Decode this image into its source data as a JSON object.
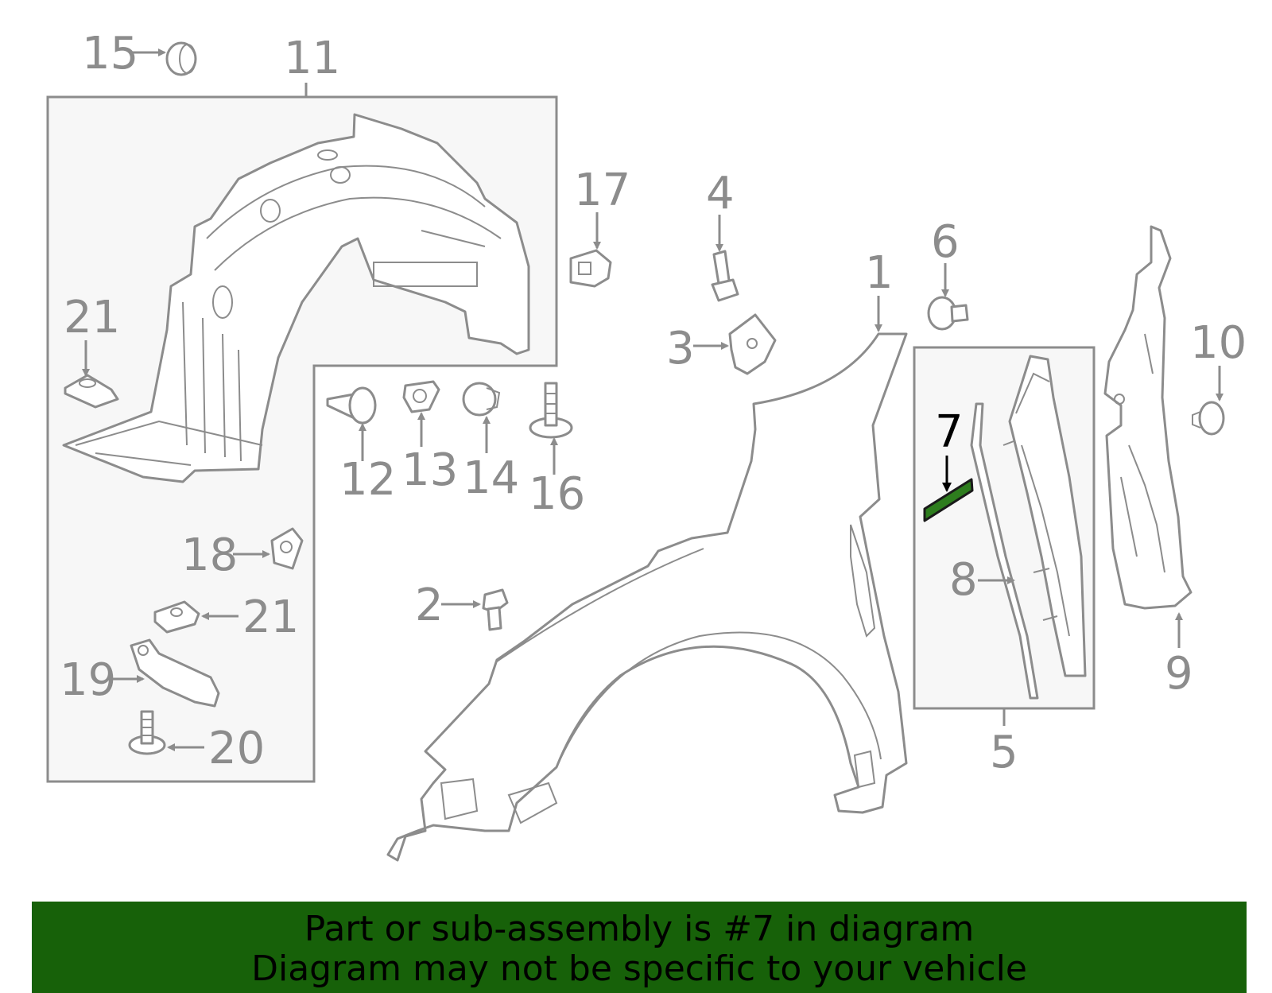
{
  "colors": {
    "line": "#8c8c8c",
    "highlight": "#2e7d1e",
    "banner": "#176109",
    "banner_text": "#000000"
  },
  "callouts": {
    "c1": "1",
    "c2": "2",
    "c3": "3",
    "c4": "4",
    "c5": "5",
    "c6": "6",
    "c7": "7",
    "c8": "8",
    "c9": "9",
    "c10": "10",
    "c11": "11",
    "c12": "12",
    "c13": "13",
    "c14": "14",
    "c15": "15",
    "c16": "16",
    "c17": "17",
    "c18": "18",
    "c19": "19",
    "c20": "20",
    "c21a": "21",
    "c21b": "21"
  },
  "highlighted_part": "7",
  "banner": {
    "line1": "Part or sub-assembly is #7 in diagram",
    "line2": "Diagram may not be specific to your vehicle"
  }
}
